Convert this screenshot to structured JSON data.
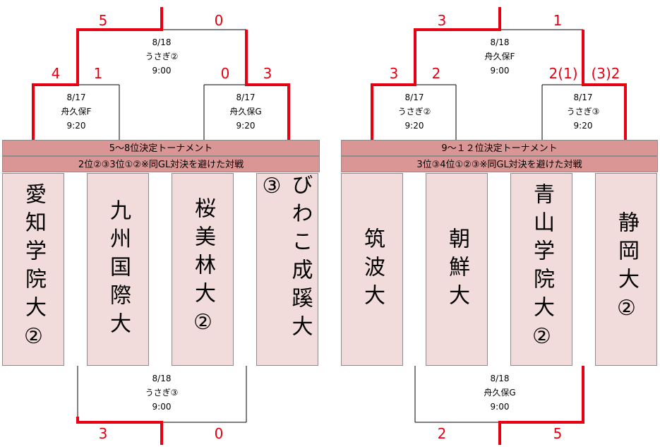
{
  "colors": {
    "win_line": "#e60012",
    "header_fill": "#d99694",
    "team_fill": "#f2dcdb"
  },
  "left": {
    "title": "5～8位決定トーナメント",
    "subtitle": "2位②③3位①②※同GL対決を避けた対戦",
    "teams": [
      "愛知学院大②",
      "九州国際大",
      "桜美林大②",
      "びわこ成蹊大③"
    ],
    "match_left": {
      "date": "8/17",
      "venue": "舟久保F",
      "time": "9:20",
      "score_a": "4",
      "score_b": "1"
    },
    "match_right": {
      "date": "8/17",
      "venue": "舟久保G",
      "time": "9:20",
      "score_a": "0",
      "score_b": "3"
    },
    "final": {
      "date": "8/18",
      "venue": "うさぎ②",
      "time": "9:00",
      "score_a": "5",
      "score_b": "0"
    },
    "consolation": {
      "date": "8/18",
      "venue": "うさぎ③",
      "time": "9:00",
      "score_a": "3",
      "score_b": "0"
    }
  },
  "right": {
    "title": "9～１２位決定トーナメント",
    "subtitle": "3位③4位①②③※同GL対決を避けた対戦",
    "teams": [
      "筑波大",
      "朝鮮大",
      "青山学院大②",
      "静岡大②"
    ],
    "match_left": {
      "date": "8/17",
      "venue": "うさぎ②",
      "time": "9:20",
      "score_a": "3",
      "score_b": "2"
    },
    "match_right": {
      "date": "8/17",
      "venue": "うさぎ③",
      "time": "9:20",
      "score_a": "2(1)",
      "score_b": "(3)2"
    },
    "final": {
      "date": "8/18",
      "venue": "舟久保F",
      "time": "9:00",
      "score_a": "3",
      "score_b": "1"
    },
    "consolation": {
      "date": "8/18",
      "venue": "舟久保G",
      "time": "9:00",
      "score_a": "2",
      "score_b": "5"
    }
  }
}
